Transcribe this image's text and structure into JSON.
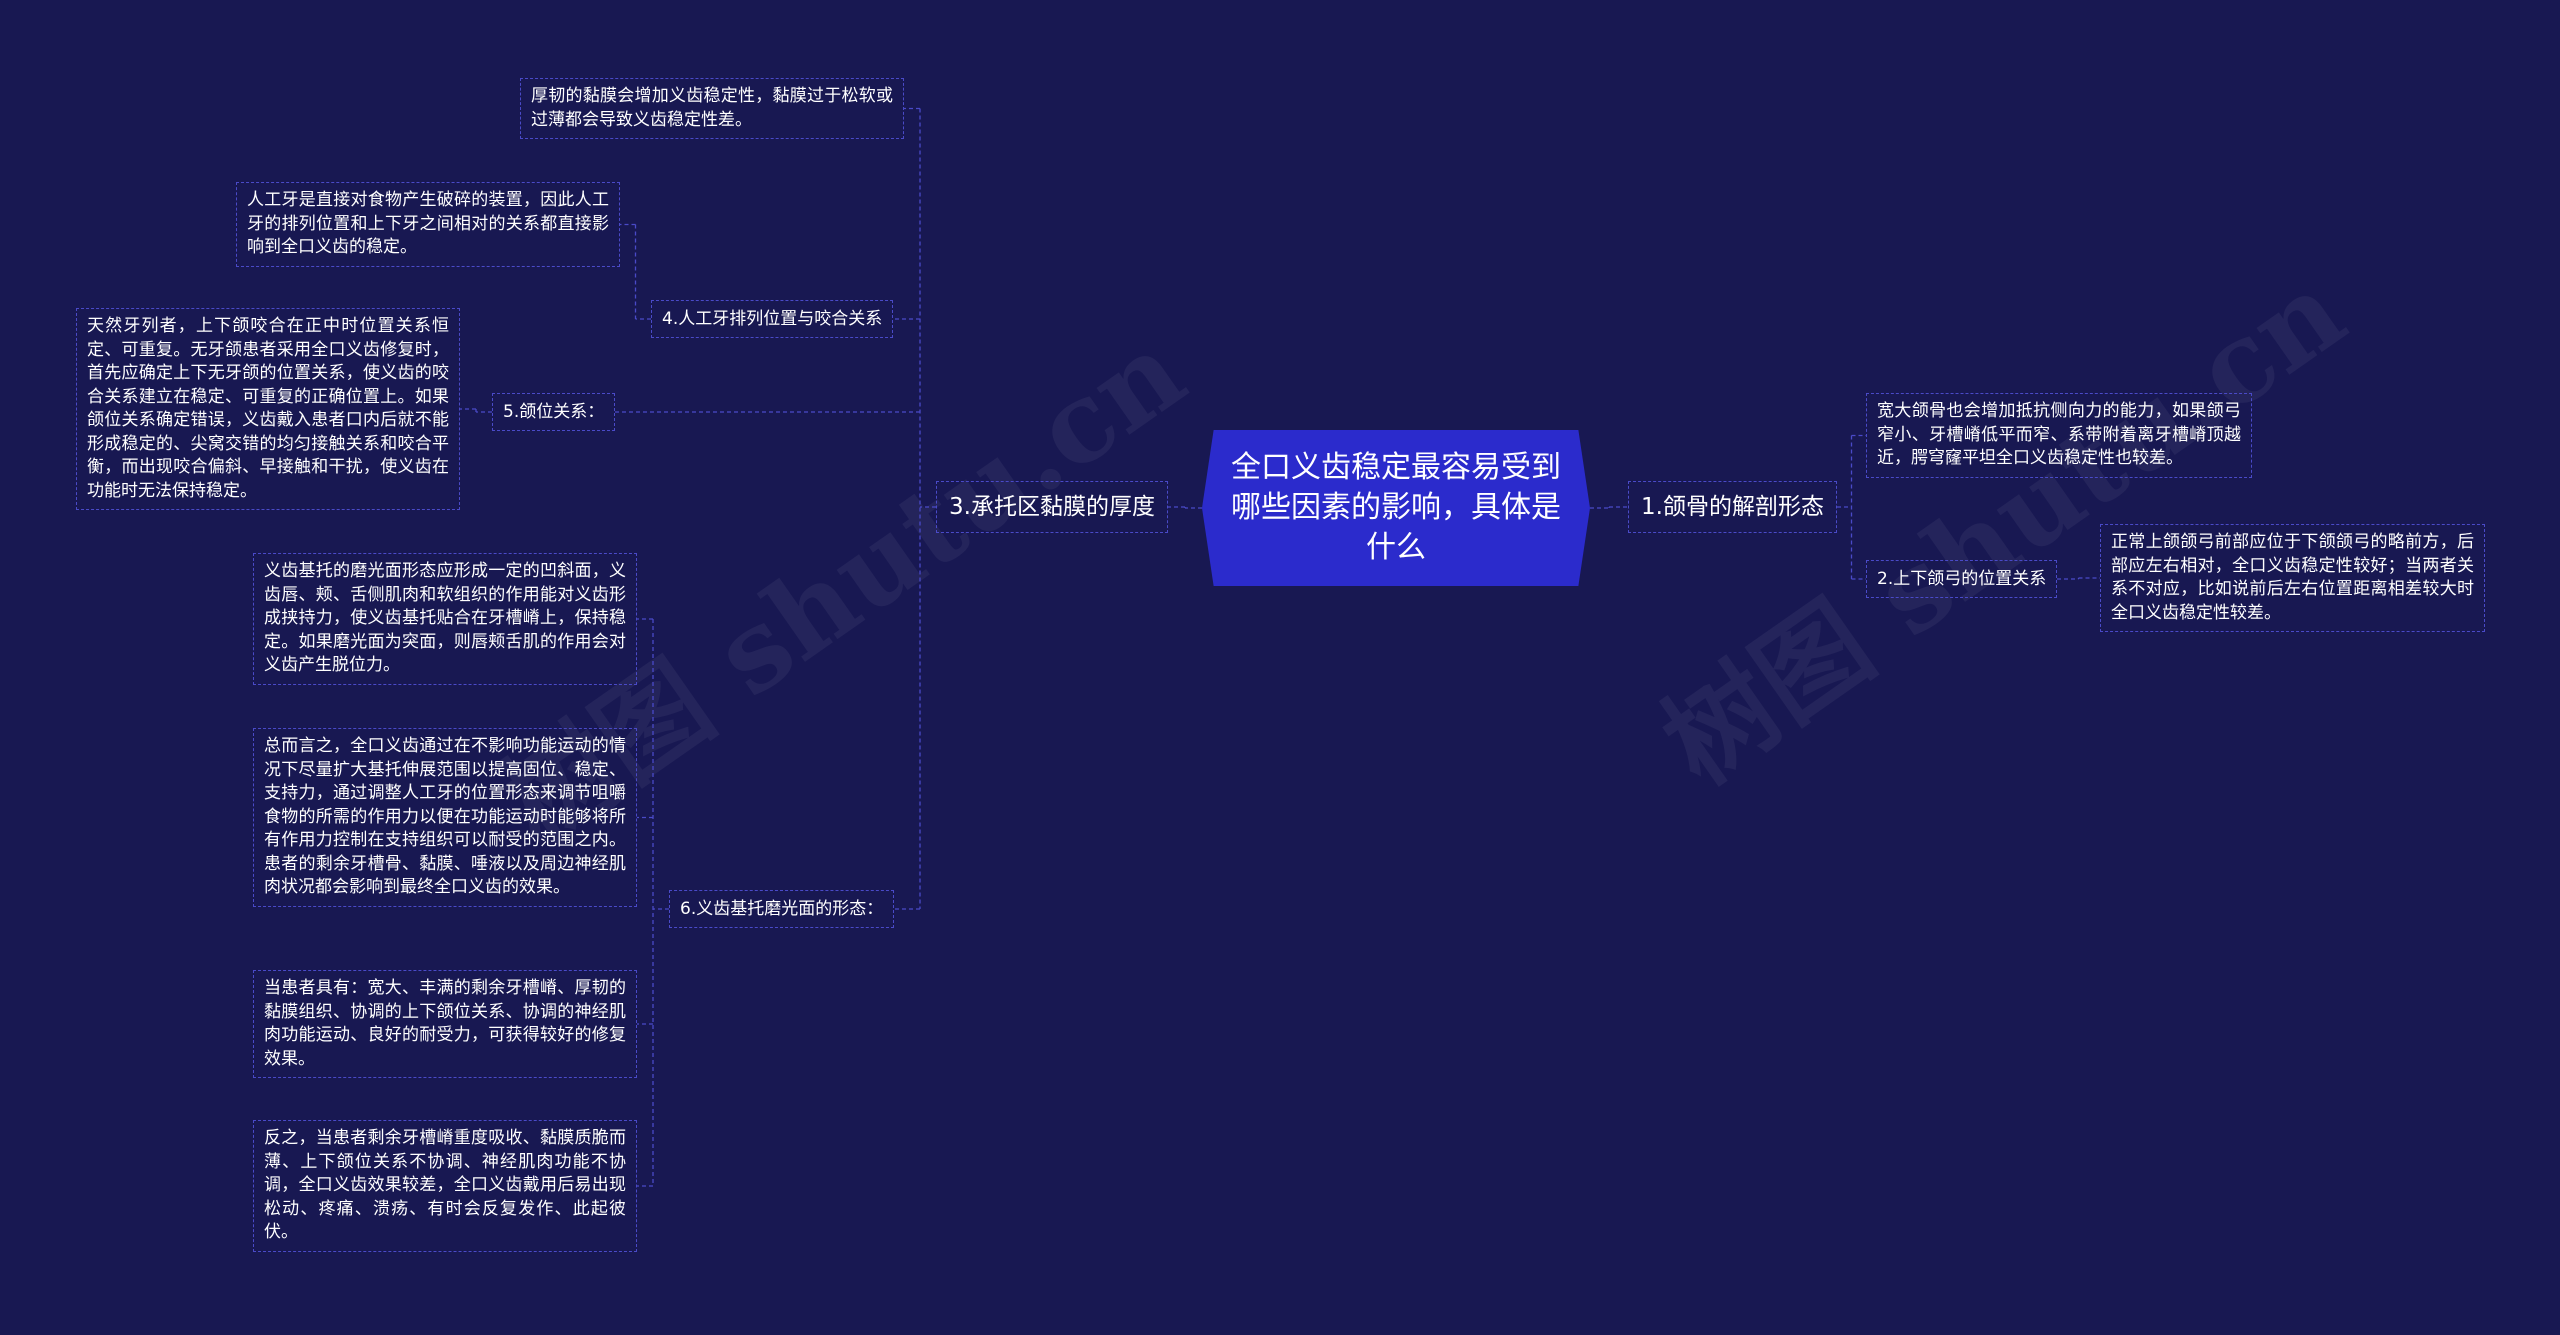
{
  "watermark": {
    "left": "树图 shutu.cn",
    "right": "树图 shutu.cn"
  },
  "root": {
    "title": "全口义齿稳定最容易受到哪些因素的影响，具体是什么"
  },
  "right_branches": [
    {
      "label": "1.颌骨的解剖形态",
      "children": [
        {
          "label": "宽大颌骨也会增加抵抗侧向力的能力，如果颌弓窄小、牙槽嵴低平而窄、系带附着离牙槽嵴顶越近，腭穹窿平坦全口义齿稳定性也较差。"
        },
        {
          "label": "2.上下颌弓的位置关系",
          "children": [
            {
              "label": "正常上颌颌弓前部应位于下颌颌弓的略前方，后部应左右相对，全口义齿稳定性较好；当两者关系不对应，比如说前后左右位置距离相差较大时全口义齿稳定性较差。"
            }
          ]
        }
      ]
    }
  ],
  "left_branches": [
    {
      "label": "3.承托区黏膜的厚度",
      "children": [
        {
          "label": "厚韧的黏膜会增加义齿稳定性，黏膜过于松软或过薄都会导致义齿稳定性差。"
        },
        {
          "label": "4.人工牙排列位置与咬合关系",
          "children": [
            {
              "label": "人工牙是直接对食物产生破碎的装置，因此人工牙的排列位置和上下牙之间相对的关系都直接影响到全口义齿的稳定。"
            }
          ]
        },
        {
          "label": "5.颌位关系：",
          "children": [
            {
              "label": "天然牙列者，上下颌咬合在正中时位置关系恒定、可重复。无牙颌患者采用全口义齿修复时，首先应确定上下无牙颌的位置关系，使义齿的咬合关系建立在稳定、可重复的正确位置上。如果颌位关系确定错误，义齿戴入患者口内后就不能形成稳定的、尖窝交错的均匀接触关系和咬合平衡，而出现咬合偏斜、早接触和干扰，使义齿在功能时无法保持稳定。"
            }
          ]
        },
        {
          "label": "6.义齿基托磨光面的形态：",
          "children": [
            {
              "label": "义齿基托的磨光面形态应形成一定的凹斜面，义齿唇、颊、舌侧肌肉和软组织的作用能对义齿形成挟持力，使义齿基托贴合在牙槽嵴上，保持稳定。如果磨光面为突面，则唇颊舌肌的作用会对义齿产生脱位力。"
            },
            {
              "label": "总而言之，全口义齿通过在不影响功能运动的情况下尽量扩大基托伸展范围以提高固位、稳定、支持力，通过调整人工牙的位置形态来调节咀嚼食物的所需的作用力以便在功能运动时能够将所有作用力控制在支持组织可以耐受的范围之内。患者的剩余牙槽骨、黏膜、唾液以及周边神经肌肉状况都会影响到最终全口义齿的效果。"
            },
            {
              "label": "当患者具有：宽大、丰满的剩余牙槽嵴、厚韧的黏膜组织、协调的上下颌位关系、协调的神经肌肉功能运动、良好的耐受力，可获得较好的修复效果。"
            },
            {
              "label": "反之，当患者剩余牙槽嵴重度吸收、黏膜质脆而薄、上下颌位关系不协调、神经肌肉功能不协调，全口义齿效果较差，全口义齿戴用后易出现松动、疼痛、溃疡、有时会反复发作、此起彼伏。"
            }
          ]
        }
      ]
    }
  ],
  "colors": {
    "background": "#181852",
    "root_fill": "#2b2bcc",
    "connector": "#4a4ac8",
    "text": "#ffffff"
  }
}
